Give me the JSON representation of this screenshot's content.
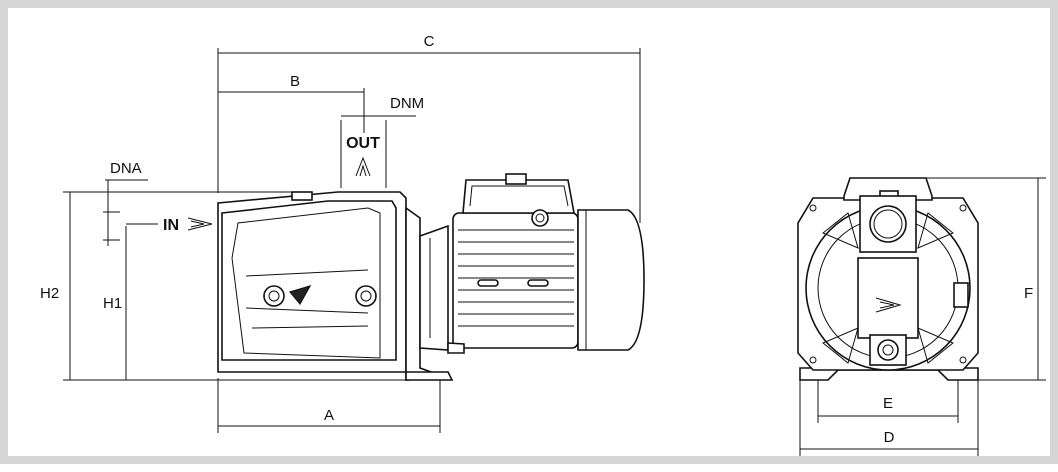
{
  "dimensions": {
    "A": "A",
    "B": "B",
    "C": "C",
    "D": "D",
    "E": "E",
    "F": "F",
    "H1": "H1",
    "H2": "H2",
    "DNA": "DNA",
    "DNM": "DNM"
  },
  "flow": {
    "inlet": "IN",
    "outlet": "OUT"
  }
}
